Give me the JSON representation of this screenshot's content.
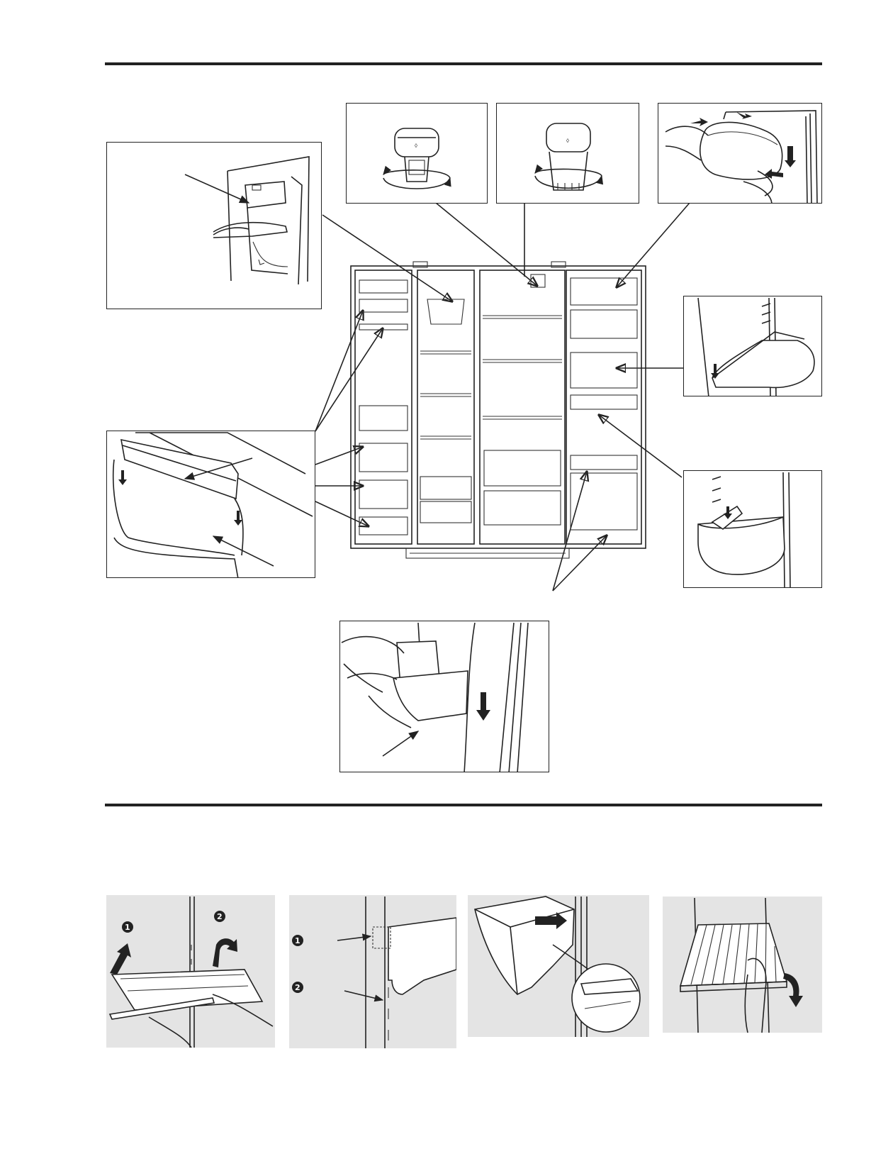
{
  "page": {
    "section_rules": [
      "top-rule",
      "middle-rule"
    ]
  },
  "figures": {
    "main_diagram": {
      "icon": "side-by-side-refrigerator-icon"
    },
    "callouts": [
      {
        "id": "ice-maker-bin",
        "icon": "ice-bin-removal-icon"
      },
      {
        "id": "filter-cap-removed",
        "icon": "water-filter-cap-icon"
      },
      {
        "id": "filter-cap-installed",
        "icon": "water-filter-installed-icon"
      },
      {
        "id": "dairy-compartment",
        "icon": "dairy-door-removal-icon"
      },
      {
        "id": "door-bin-upper",
        "icon": "door-bin-icon"
      },
      {
        "id": "freezer-door-shelf",
        "icon": "freezer-shelf-icon"
      },
      {
        "id": "door-bin-lower",
        "icon": "door-bin-icon"
      },
      {
        "id": "drawer-removal",
        "icon": "drawer-removal-icon"
      }
    ],
    "steps": [
      {
        "id": "glass-shelf",
        "badges": [
          "1",
          "2"
        ],
        "icon": "glass-shelf-removal-icon"
      },
      {
        "id": "shelf-hooks",
        "badges": [
          "1",
          "2"
        ],
        "icon": "shelf-hook-icon"
      },
      {
        "id": "door-bin-slide",
        "badges": [],
        "icon": "door-bin-slide-icon"
      },
      {
        "id": "wire-shelf",
        "badges": [],
        "icon": "wire-shelf-removal-icon"
      }
    ]
  }
}
